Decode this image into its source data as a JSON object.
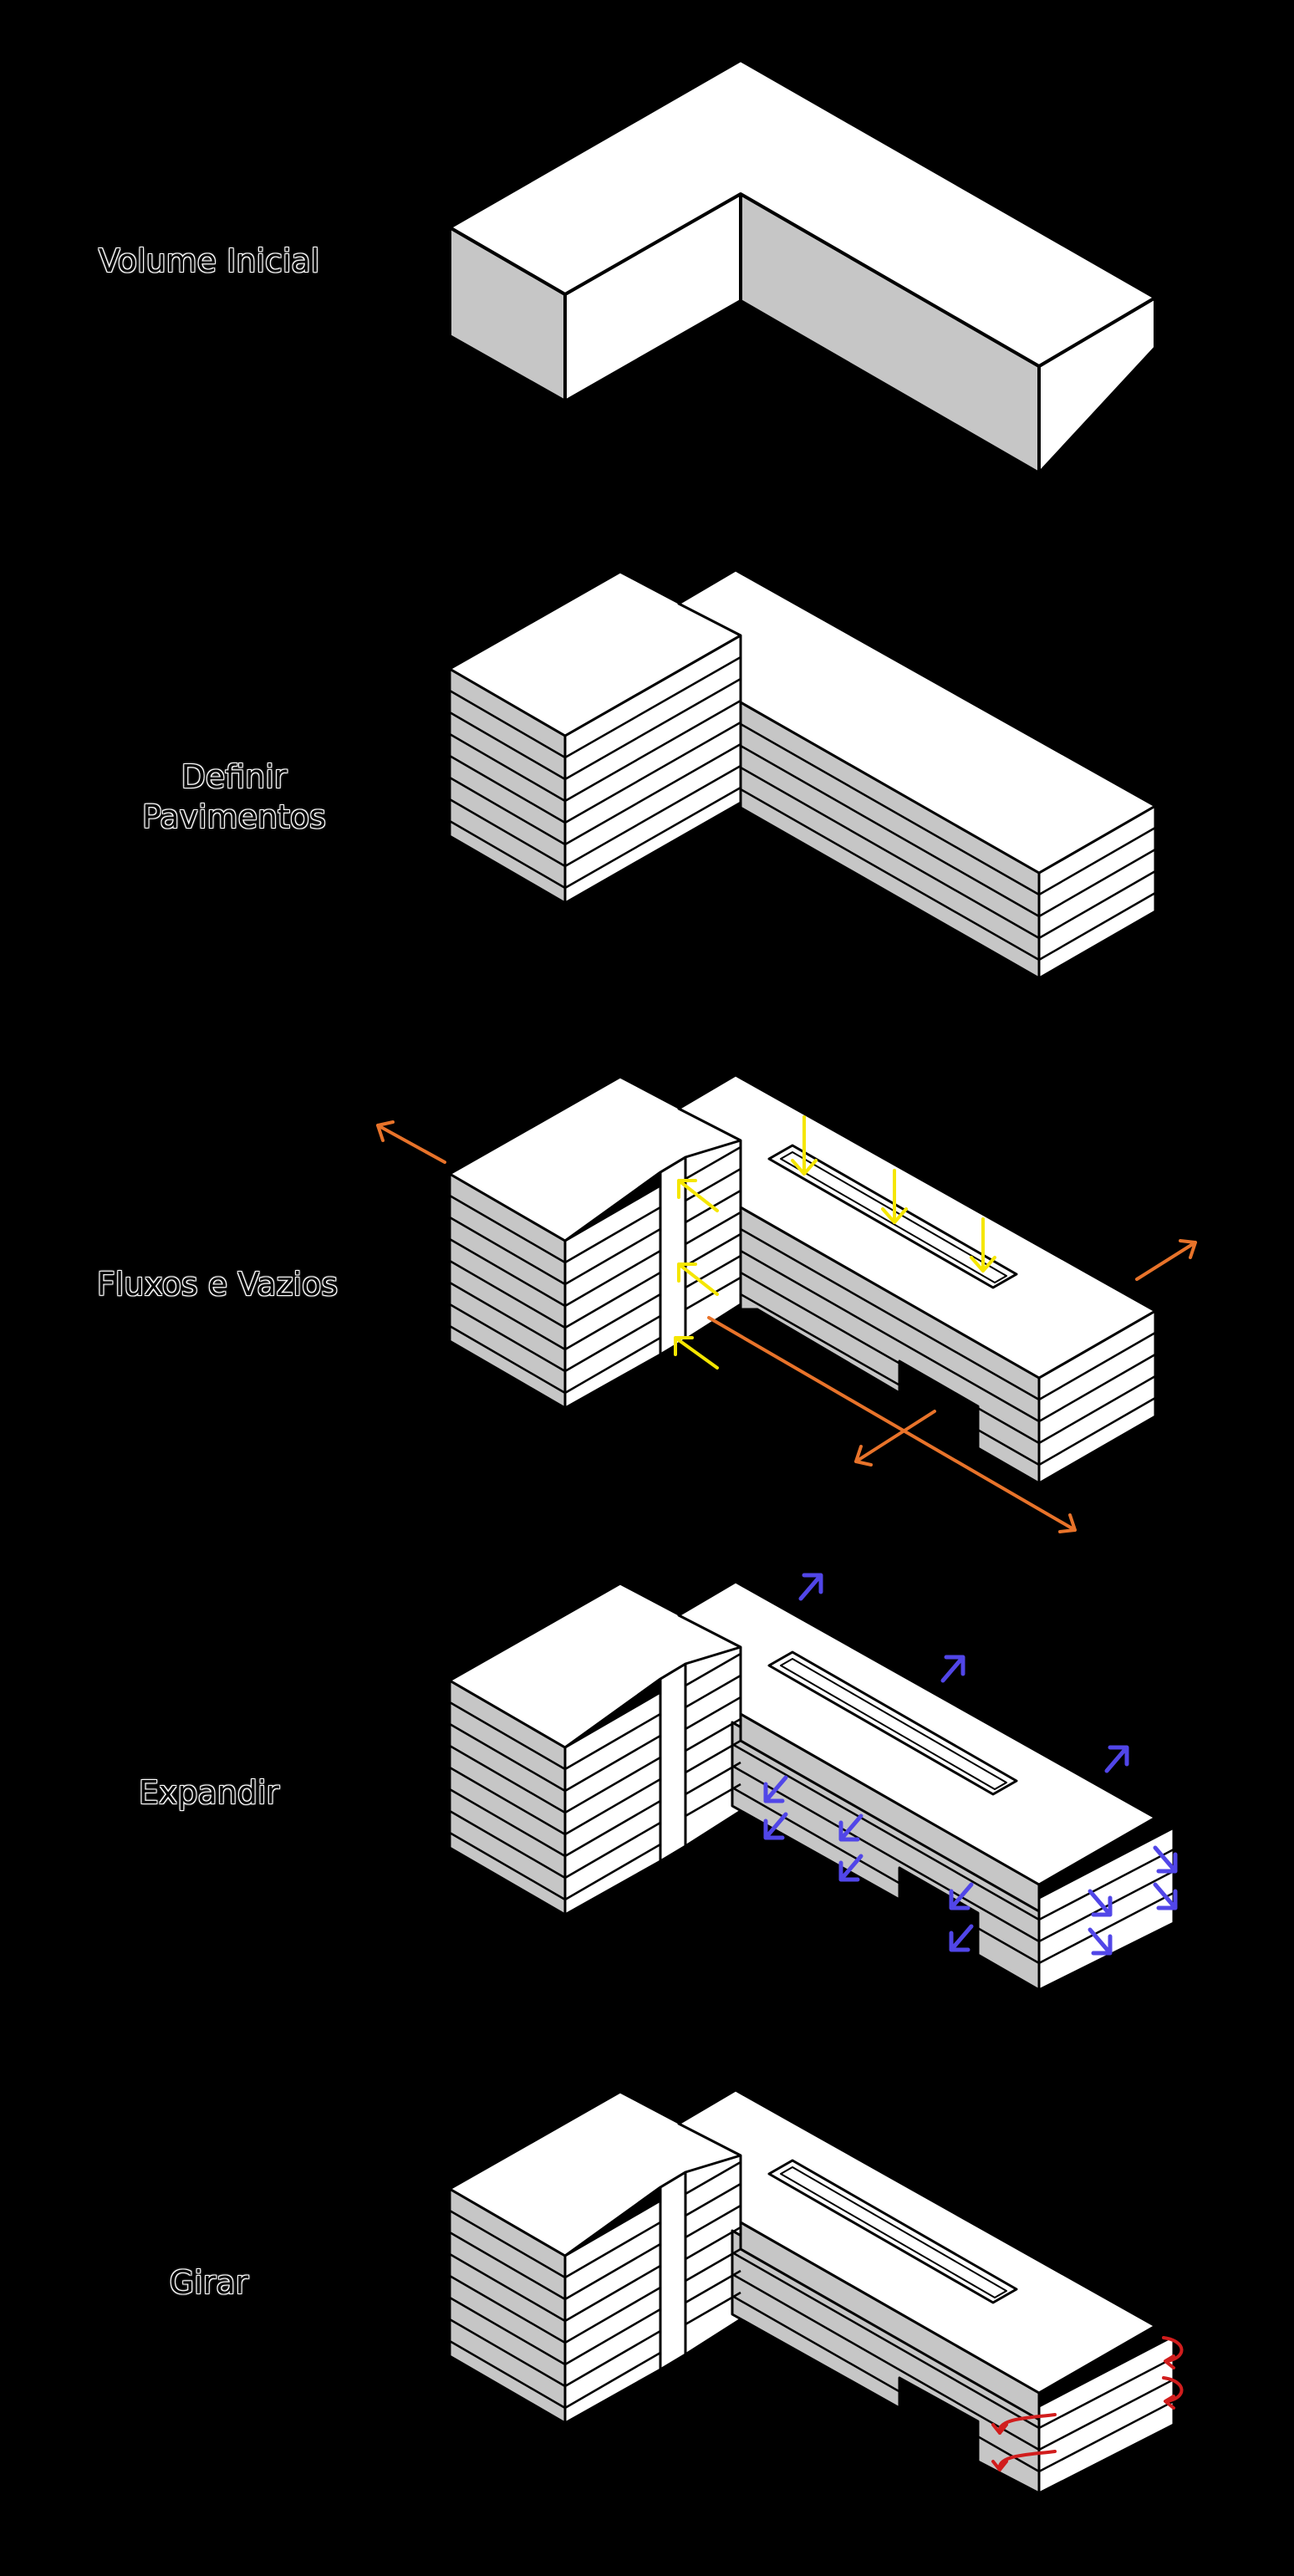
{
  "steps": [
    {
      "id": "volume-inicial",
      "lines": [
        "Volume Inicial"
      ]
    },
    {
      "id": "definir-pavimentos",
      "lines": [
        "Definir",
        "Pavimentos"
      ]
    },
    {
      "id": "fluxos-e-vazios",
      "lines": [
        "Fluxos e Vazios"
      ]
    },
    {
      "id": "expandir",
      "lines": [
        "Expandir"
      ]
    },
    {
      "id": "girar",
      "lines": [
        "Girar"
      ]
    }
  ],
  "colors": {
    "background": "#000000",
    "top_face": "#ffffff",
    "side_face": "#c8c8c8",
    "outline": "#000000",
    "arrow_circulation": "#f5e600",
    "arrow_void": "#e8732a",
    "arrow_expand": "#5146e8",
    "arrow_rotate": "#d11d1d"
  },
  "icons": {
    "arrow_circulation": "yellow-arrow-icon",
    "arrow_void": "orange-arrow-icon",
    "arrow_expand": "blue-arrow-icon",
    "arrow_rotate": "red-rotate-arrow-icon"
  }
}
